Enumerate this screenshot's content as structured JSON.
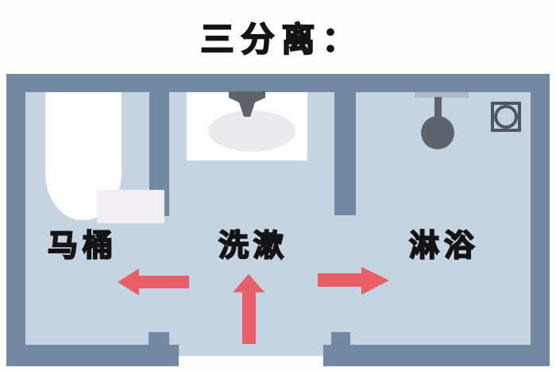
{
  "title": "三分离：",
  "rooms": [
    {
      "id": "toilet",
      "label": "马桶"
    },
    {
      "id": "washing",
      "label": "洗漱"
    },
    {
      "id": "shower",
      "label": "淋浴"
    }
  ],
  "fixtures": [
    {
      "name": "toilet-icon",
      "room": "toilet"
    },
    {
      "name": "sink-icon",
      "room": "washing"
    },
    {
      "name": "faucet-icon",
      "room": "washing"
    },
    {
      "name": "shower-head-icon",
      "room": "shower"
    },
    {
      "name": "floor-drain-icon",
      "room": "shower"
    }
  ],
  "arrows": [
    {
      "name": "arrow-left-icon",
      "direction": "left"
    },
    {
      "name": "arrow-up-icon",
      "direction": "up"
    },
    {
      "name": "arrow-right-icon",
      "direction": "right"
    }
  ],
  "colors": {
    "background": "#fdfdfd",
    "wall": "#7288a3",
    "floor": "#c4d4e2",
    "arrow": "#e85f68",
    "ink": "#141414",
    "fixture_white": "#ffffff",
    "toilet_tank": "#f1eff3",
    "basin": "#ebebee",
    "metal_dark": "#5d646b",
    "metal_light": "#b2b9c0",
    "drain": "#4e565e"
  }
}
